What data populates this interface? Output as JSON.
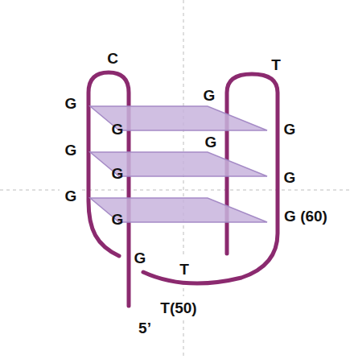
{
  "diagram": {
    "labels": [
      "C",
      "T",
      "G",
      "G",
      "G",
      "G",
      "G",
      "G",
      "G",
      "G",
      "G",
      "G",
      "G (60)",
      "G",
      "T",
      "T(50)",
      "5’"
    ]
  }
}
